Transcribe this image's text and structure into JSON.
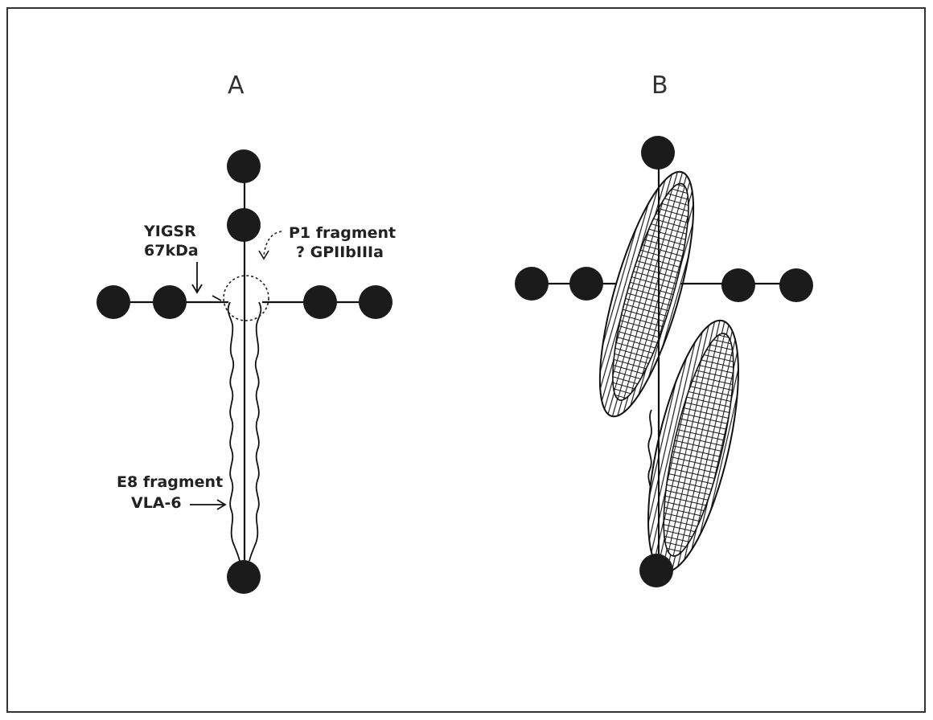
{
  "panels": {
    "a": {
      "label": "A",
      "annotations": {
        "yigsr_line1": "YIGSR",
        "yigsr_line2": "67kDa",
        "p1_line1": "P1 fragment",
        "p1_line2": "? GPIIbIIIa",
        "e8_line1": "E8 fragment",
        "e8_line2": "VLA-6"
      }
    },
    "b": {
      "label": "B"
    }
  },
  "colors": {
    "node": "#1b1b1b",
    "line": "#111111",
    "frame": "#333333",
    "background": "#ffffff"
  }
}
